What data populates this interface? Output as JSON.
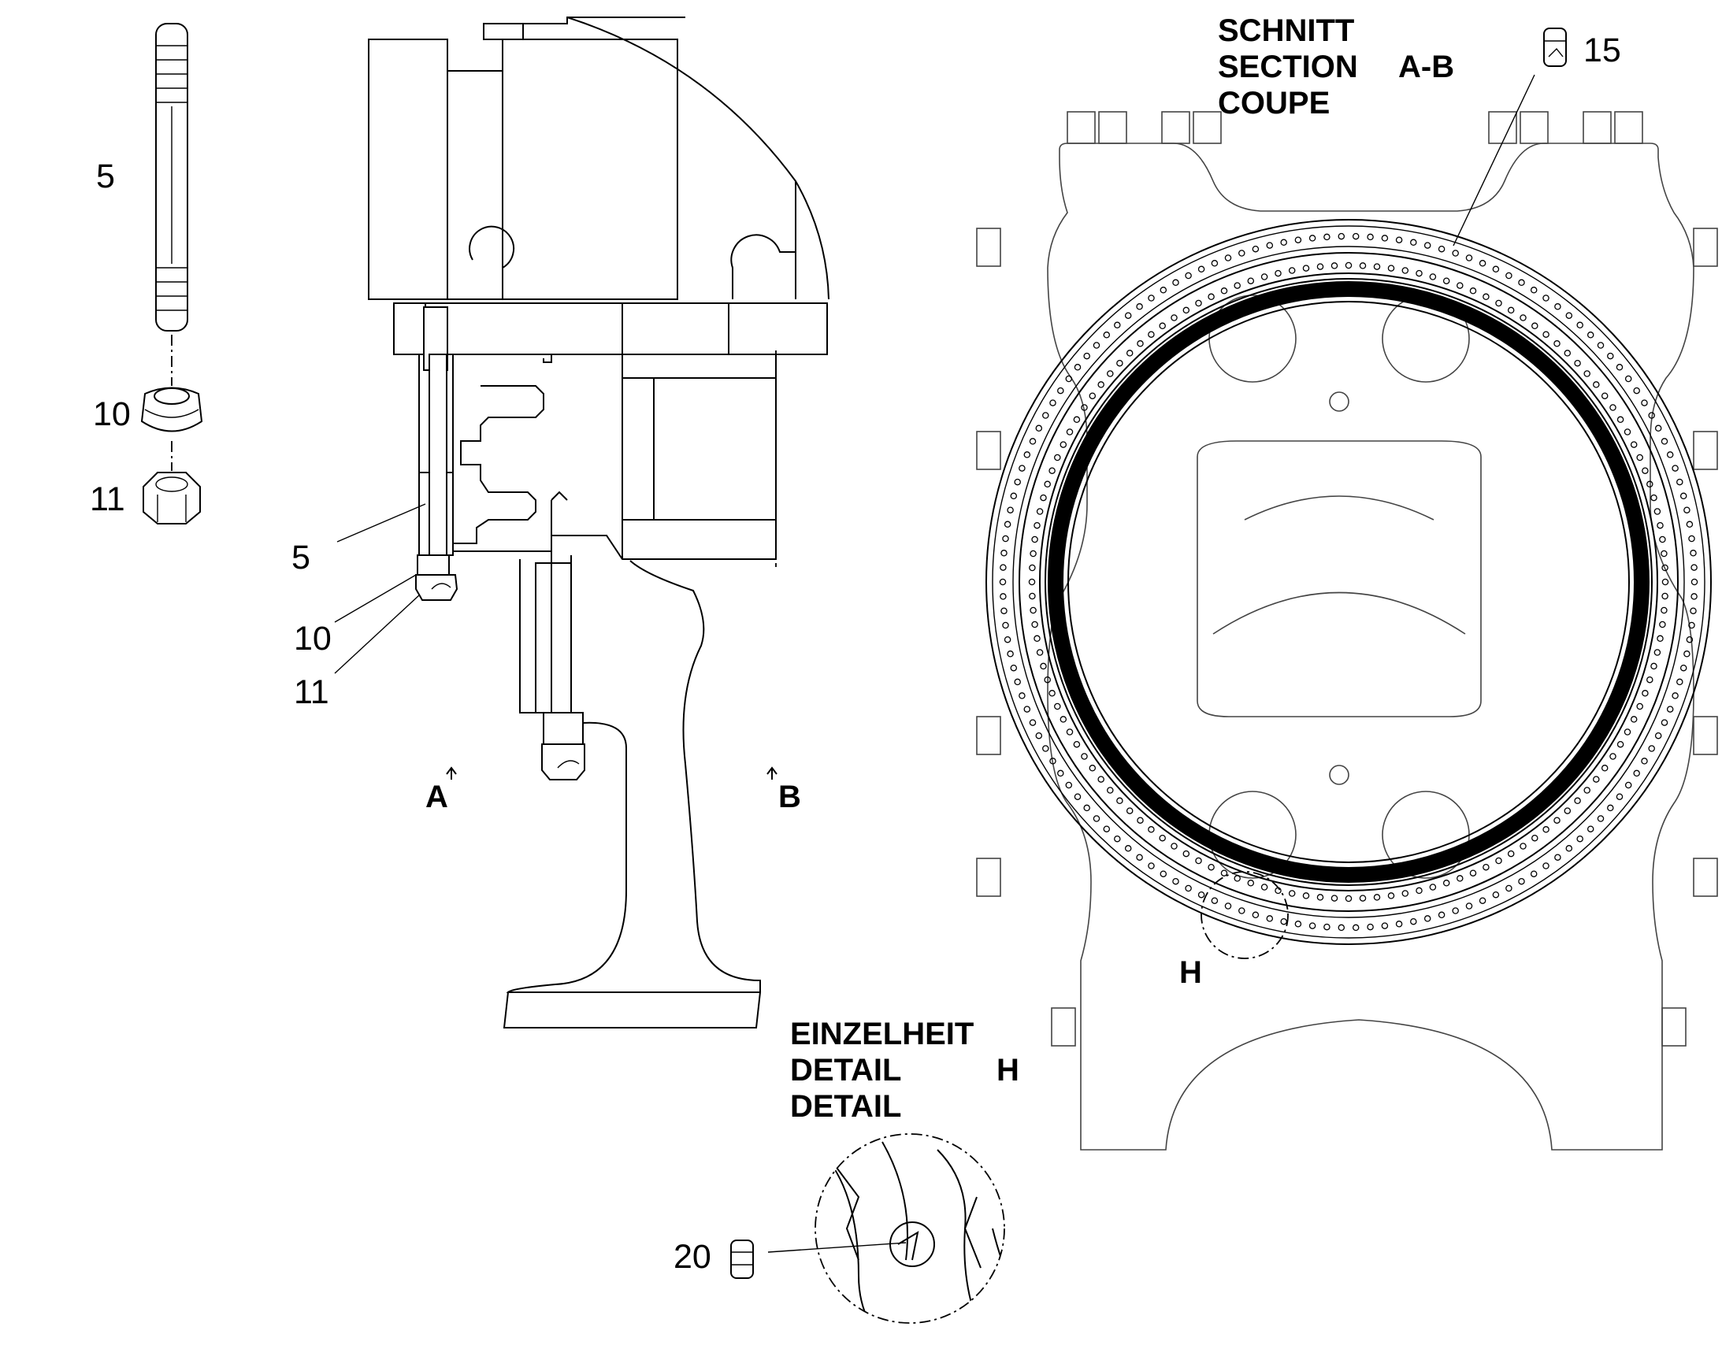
{
  "section_title": {
    "line1": "SCHNITT",
    "line2": "SECTION",
    "line3": "COUPE",
    "designation": "A-B"
  },
  "detail_title": {
    "line1": "EINZELHEIT",
    "line2": "DETAIL",
    "line3": "DETAIL",
    "designation": "H"
  },
  "section_markers": {
    "a": "A",
    "b": "B"
  },
  "detail_marker": "H",
  "callouts": {
    "stud_top": "5",
    "washer_top": "10",
    "nut_top": "11",
    "stud_assembly": "5",
    "washer_assembly": "10",
    "nut_assembly": "11",
    "plug_ring": "15",
    "plug_detail": "20"
  }
}
